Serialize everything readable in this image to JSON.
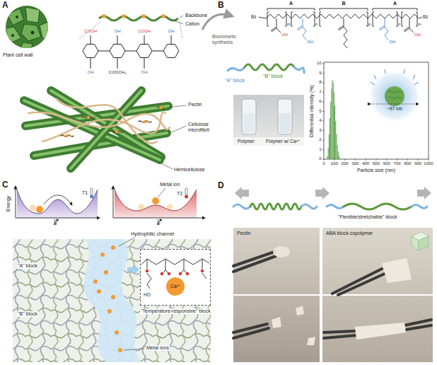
{
  "diagram": {
    "nodes": [
      {
        "text": [
          "Polymer",
          "Polymer w/ Ca²⁺"
        ]
      },
      {
        "text": [
          "~97 nm"
        ]
      },
      {
        "text": [
          "HO"
        ]
      },
      {
        "text": [
          "Ca²⁺"
        ],
        "in": 2
      },
      {
        "text": [
          "Pectin"
        ]
      },
      {
        "text": [
          "ABA block copolymer"
        ]
      }
    ],
    "labels": [
      "A",
      "Plant cell wall",
      "Backbone",
      "Cation",
      "COOH",
      "OH",
      "COOH",
      "OH",
      "OH",
      "COOCH₃",
      "OH",
      "Pectin",
      "Cellulose microfibril",
      "Hemicellulose",
      "B",
      "A",
      "B",
      "A",
      "Bz",
      "m",
      "n",
      "p",
      "n",
      "m",
      "Bz",
      "OH",
      "OH",
      "OH",
      "OH",
      "Biomimetic synthesis",
      "\"A\" block",
      "\"B\" block",
      "Differential intensity (%)",
      "0",
      "1",
      "2",
      "3",
      "4",
      "5",
      "6",
      "7",
      "8",
      "9",
      "10",
      "0",
      "100",
      "200",
      "300",
      "400",
      "500",
      "600",
      "700",
      "800",
      "900",
      "1000",
      "Particle size (nm)",
      "C",
      "Energy",
      "E",
      "T1",
      "E",
      "T2",
      "Metal ion",
      "Hydrophilic channel",
      "\"A\" block",
      "\"B\" block",
      "Metal ions",
      "\"Temperature-responsive\" block",
      "D",
      "\"Flexible/stretchable\" block"
    ]
  }
}
